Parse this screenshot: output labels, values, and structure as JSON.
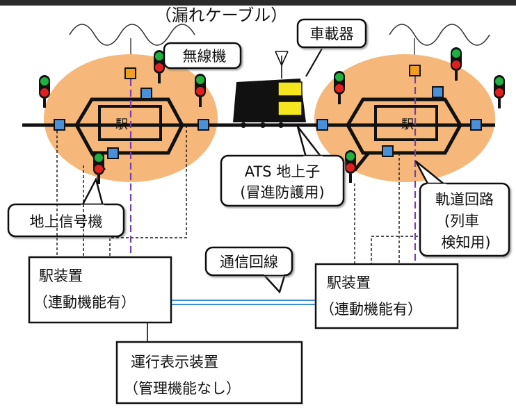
{
  "labels": {
    "leaky_cable": "（漏れケーブル）",
    "onboard": "車載器",
    "radio": "無線機",
    "station_left": "駅",
    "station_right": "駅",
    "ats_line1": "ATS 地上子",
    "ats_line2": "(冒進防護用)",
    "signal": "地上信号機",
    "track_circuit_line1": "軌道回路",
    "track_circuit_line2": "(列車",
    "track_circuit_line3": "検知用)",
    "comm_line": "通信回線",
    "station_device_left_line1": "駅装置",
    "station_device_left_line2": "（連動機能有）",
    "station_device_right_line1": "駅装置",
    "station_device_right_line2": "（連動機能有）",
    "operation_display_line1": "運行表示装置",
    "operation_display_line2": "（管理機能なし）"
  },
  "colors": {
    "zone_fill": "#f5b87a",
    "track": "#111111",
    "sensor_fill": "#4a90d9",
    "radio_fill": "#f0a01e",
    "onboard_yellow": "#f5e61e",
    "purple_line": "#7b3fa6",
    "comm_blue": "#3a8fd6",
    "signal_red": "#e02020",
    "signal_green": "#20b040"
  }
}
